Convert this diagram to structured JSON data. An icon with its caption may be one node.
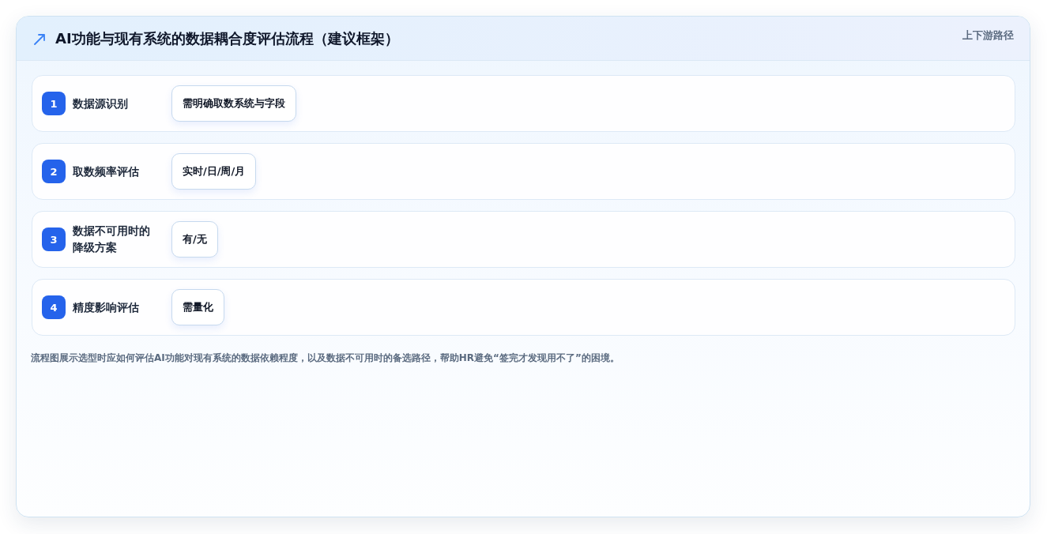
{
  "diagram": {
    "title": "AI功能与现有系统的数据耦合度评估流程（建议框架）",
    "caption": "流程图展示选型时应如何评估AI功能对现有系统的数据依赖程度，以及数据不可用时的备选路径，帮助HR避免“签完才发现用不了”的困境。",
    "nodes": [
      {
        "text": [
          "数据源识别"
        ]
      },
      {
        "text": [
          "1"
        ],
        "in": 0
      },
      {
        "text": [
          "需明确取数系统与字段"
        ],
        "in": 0
      },
      {
        "text": [
          "取数频率评估"
        ]
      },
      {
        "text": [
          "2"
        ],
        "in": 3
      },
      {
        "text": [
          "实时/日/周/月"
        ],
        "in": 3
      },
      {
        "text": [
          "数据不可用时的降级方案"
        ]
      },
      {
        "text": [
          "3"
        ],
        "in": 6
      },
      {
        "text": [
          "有/无"
        ],
        "in": 6
      },
      {
        "text": [
          "精度影响评估"
        ]
      },
      {
        "text": [
          "4"
        ],
        "in": 9
      },
      {
        "text": [
          "需量化"
        ],
        "in": 9
      }
    ],
    "labels": [
      "上下游路径"
    ]
  }
}
